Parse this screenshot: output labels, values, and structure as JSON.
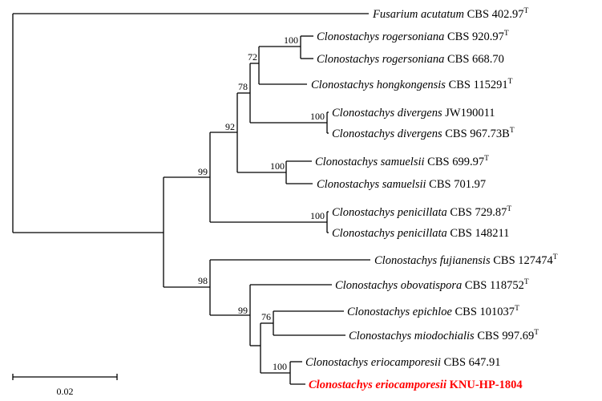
{
  "taxa": [
    {
      "species": "Fusarium acutatum",
      "strain": "CBS 402.97",
      "type": "T"
    },
    {
      "species": "Clonostachys rogersoniana",
      "strain": "CBS 920.97",
      "type": "T"
    },
    {
      "species": "Clonostachys rogersoniana",
      "strain": "CBS 668.70",
      "type": ""
    },
    {
      "species": "Clonostachys hongkongensis",
      "strain": "CBS 115291",
      "type": "T"
    },
    {
      "species": "Clonostachys divergens",
      "strain": "JW190011",
      "type": ""
    },
    {
      "species": "Clonostachys divergens",
      "strain": "CBS 967.73B",
      "type": "T"
    },
    {
      "species": "Clonostachys samuelsii",
      "strain": "CBS 699.97",
      "type": "T"
    },
    {
      "species": "Clonostachys samuelsii",
      "strain": "CBS 701.97",
      "type": ""
    },
    {
      "species": "Clonostachys penicillata",
      "strain": "CBS 729.87",
      "type": "T"
    },
    {
      "species": "Clonostachys penicillata",
      "strain": "CBS 148211",
      "type": ""
    },
    {
      "species": "Clonostachys fujianensis",
      "strain": "CBS 127474",
      "type": "T"
    },
    {
      "species": "Clonostachys obovatispora",
      "strain": "CBS 118752",
      "type": "T"
    },
    {
      "species": "Clonostachys epichloe",
      "strain": "CBS 101037",
      "type": "T"
    },
    {
      "species": "Clonostachys miodochialis",
      "strain": "CBS 997.69",
      "type": "T"
    },
    {
      "species": "Clonostachys eriocamporesii",
      "strain": "CBS 647.91",
      "type": ""
    },
    {
      "species": "Clonostachys eriocamporesii",
      "strain": "KNU-HP-1804",
      "type": "",
      "highlight": true
    }
  ],
  "bootstrap": [
    "100",
    "72",
    "78",
    "100",
    "92",
    "100",
    "99",
    "100",
    "98",
    "76",
    "99",
    "100"
  ],
  "scale_bar": {
    "label": "0.02"
  },
  "colors": {
    "branch": "#000000",
    "highlight": "#ff0000"
  }
}
